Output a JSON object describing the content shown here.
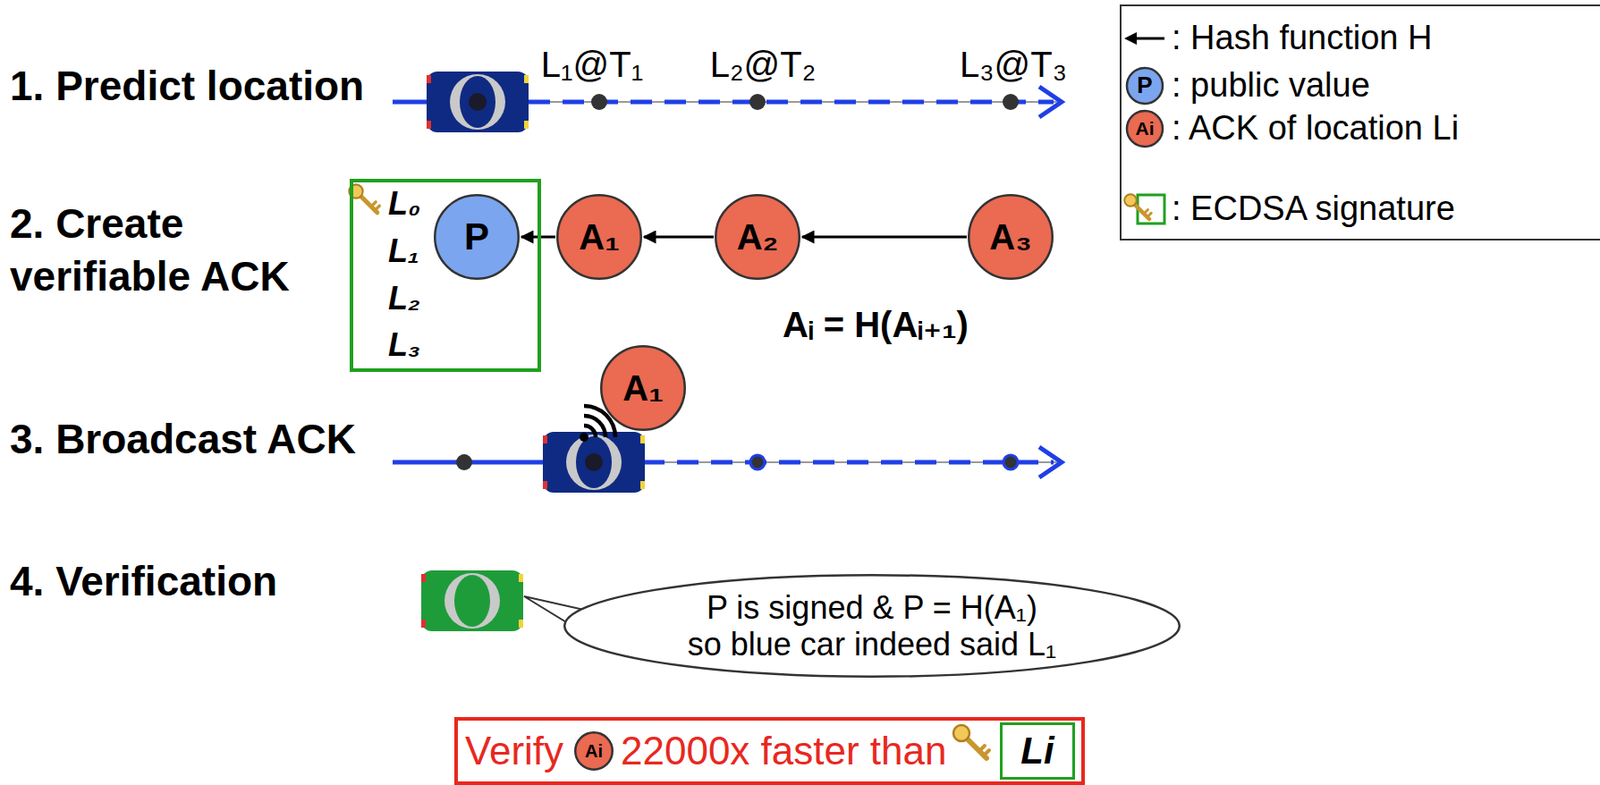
{
  "diagram": {
    "nodes": [
      {
        "text": [
          "L₀",
          "L₁",
          "L₂",
          "L₃"
        ]
      },
      {
        "text": [
          "P"
        ],
        "in": 0
      },
      {
        "text": [
          "A₁"
        ]
      },
      {
        "text": [
          "A₂"
        ]
      },
      {
        "text": [
          "A₃"
        ]
      },
      {
        "text": [
          "A₁"
        ]
      },
      {
        "text": [
          "P is signed & P = H(A₁) so blue car indeed said L₁"
        ]
      },
      {
        "text": [
          "Verify",
          "22000x faster than"
        ]
      },
      {
        "text": [
          "Ai"
        ],
        "in": 7
      },
      {
        "text": [
          "Li"
        ],
        "in": 7
      }
    ],
    "edges": [
      {
        "from": 2,
        "to": 1,
        "arrow": "to"
      },
      {
        "from": 3,
        "to": 2,
        "arrow": "to"
      },
      {
        "from": 4,
        "to": 3,
        "arrow": "to"
      }
    ],
    "labels": [
      "1. Predict location",
      "2. Create verifiable ACK",
      "3. Broadcast ACK",
      "4. Verification",
      "L₁@T₁",
      "L₂@T₂",
      "L₃@T₃",
      "Aᵢ = H(Aᵢ₊₁)",
      "P",
      "Ai"
    ],
    "legend": [
      {
        "text": ": Hash function H"
      },
      {
        "text": ": public value",
        "color": "#7ba5ee"
      },
      {
        "text": ": ACK of location Li",
        "color": "#ea6a52"
      },
      {
        "text": ": ECDSA signature"
      }
    ]
  }
}
